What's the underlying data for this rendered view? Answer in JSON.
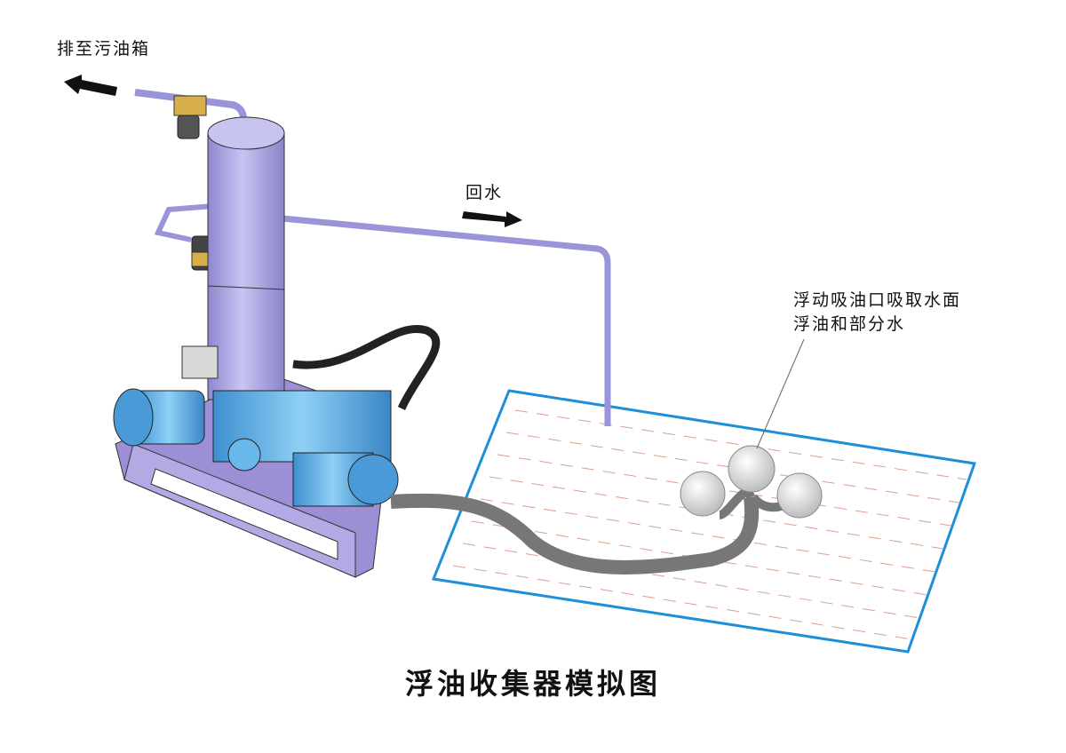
{
  "labels": {
    "discharge": "排至污油箱",
    "return_water": "回水",
    "float_note_line1": "浮动吸油口吸取水面",
    "float_note_line2": "浮油和部分水"
  },
  "title": "浮油收集器模拟图",
  "colors": {
    "tank": "#a9a3e0",
    "pump": "#5aa9e0",
    "base": "#9c8fd6",
    "water_border": "#1d8fd8",
    "hose": "#7a7a7a"
  }
}
